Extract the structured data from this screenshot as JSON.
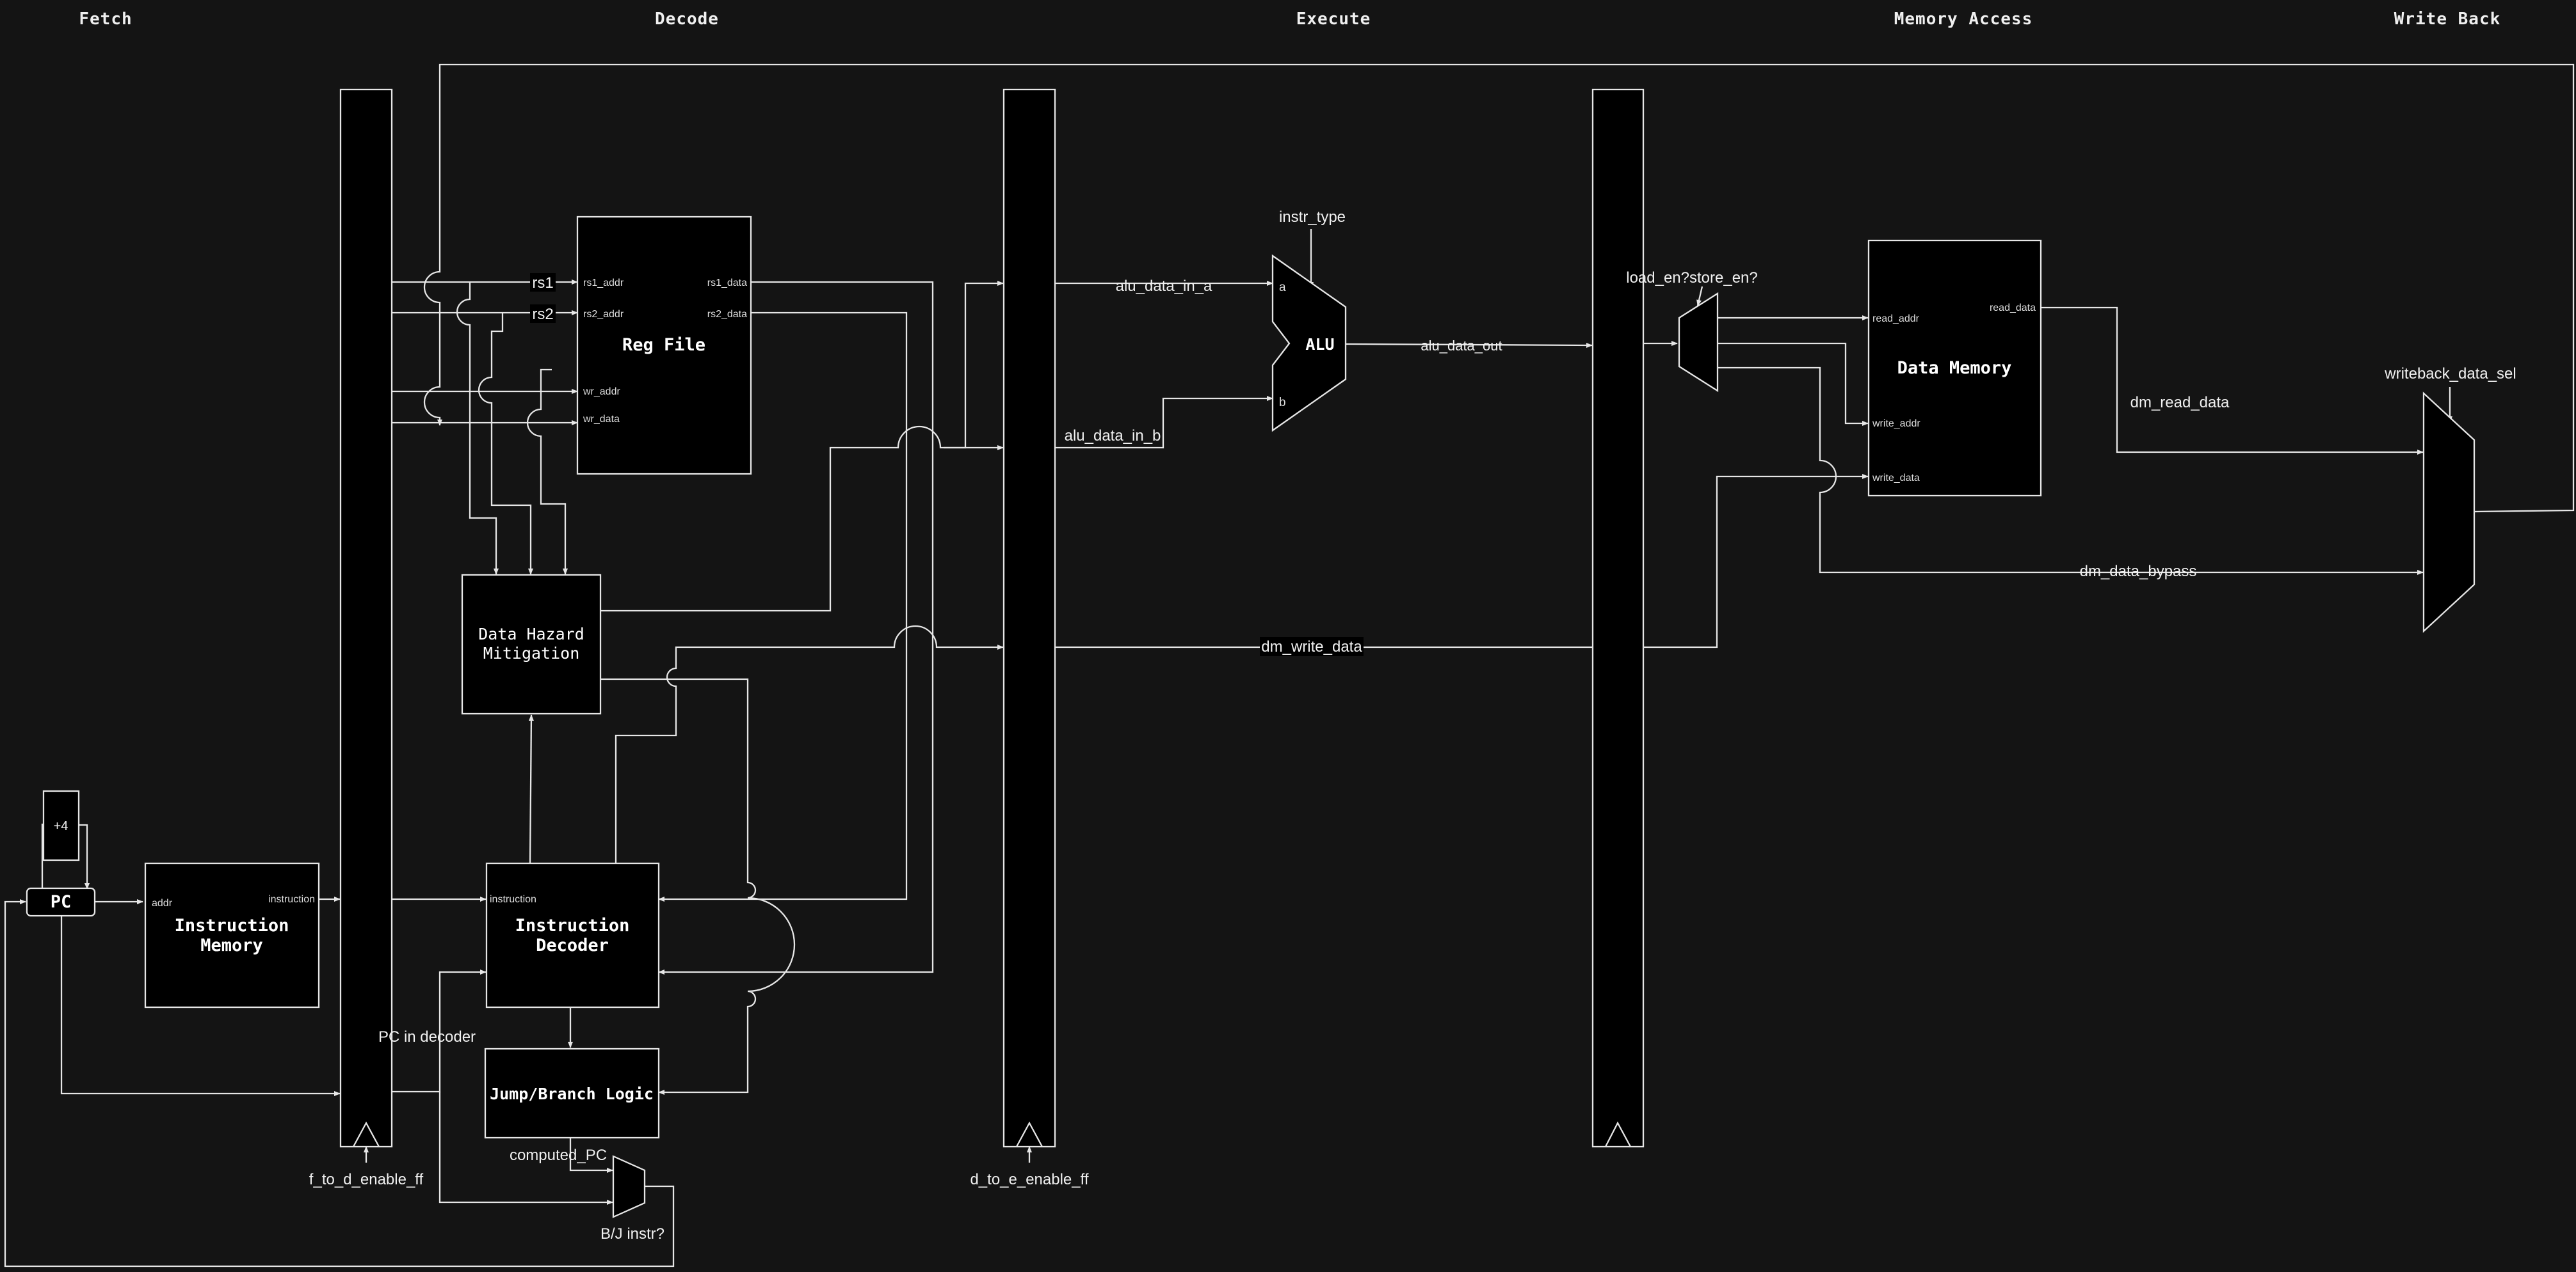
{
  "stages": [
    "Fetch",
    "Decode",
    "Execute",
    "Memory Access",
    "Write Back"
  ],
  "blocks": {
    "pc": "PC",
    "plus4": "+4",
    "instruction_memory": [
      "Instruction",
      "Memory"
    ],
    "reg_file": "Reg File",
    "hazard": [
      "Data Hazard",
      "Mitigation"
    ],
    "decoder": [
      "Instruction",
      "Decoder"
    ],
    "jump_branch": "Jump/Branch Logic",
    "alu": "ALU",
    "data_memory": "Data Memory"
  },
  "ports": {
    "imem_addr": "addr",
    "imem_instruction": "instruction",
    "rf_rs1_addr": "rs1_addr",
    "rf_rs2_addr": "rs2_addr",
    "rf_wr_addr": "wr_addr",
    "rf_wr_data": "wr_data",
    "rf_rs1_data": "rs1_data",
    "rf_rs2_data": "rs2_data",
    "dec_instruction": "instruction",
    "alu_a": "a",
    "alu_b": "b",
    "dm_read_addr": "read_addr",
    "dm_write_addr": "write_addr",
    "dm_write_data": "write_data",
    "dm_read_data": "read_data"
  },
  "signals": {
    "rs1": "rs1",
    "rs2": "rs2",
    "instr_type": "instr_type",
    "alu_data_in_a": "alu_data_in_a",
    "alu_data_in_b": "alu_data_in_b",
    "alu_data_out": "alu_data_out",
    "load_store": "load_en?store_en?",
    "dm_read_data": "dm_read_data",
    "writeback_data_sel": "writeback_data_sel",
    "dm_data_bypass": "dm_data_bypass",
    "dm_write_data": "dm_write_data",
    "pc_in_decoder": "PC in decoder",
    "computed_pc": "computed_PC",
    "bj_instr": "B/J instr?",
    "f_to_d": "f_to_d_enable_ff",
    "d_to_e": "d_to_e_enable_ff"
  }
}
